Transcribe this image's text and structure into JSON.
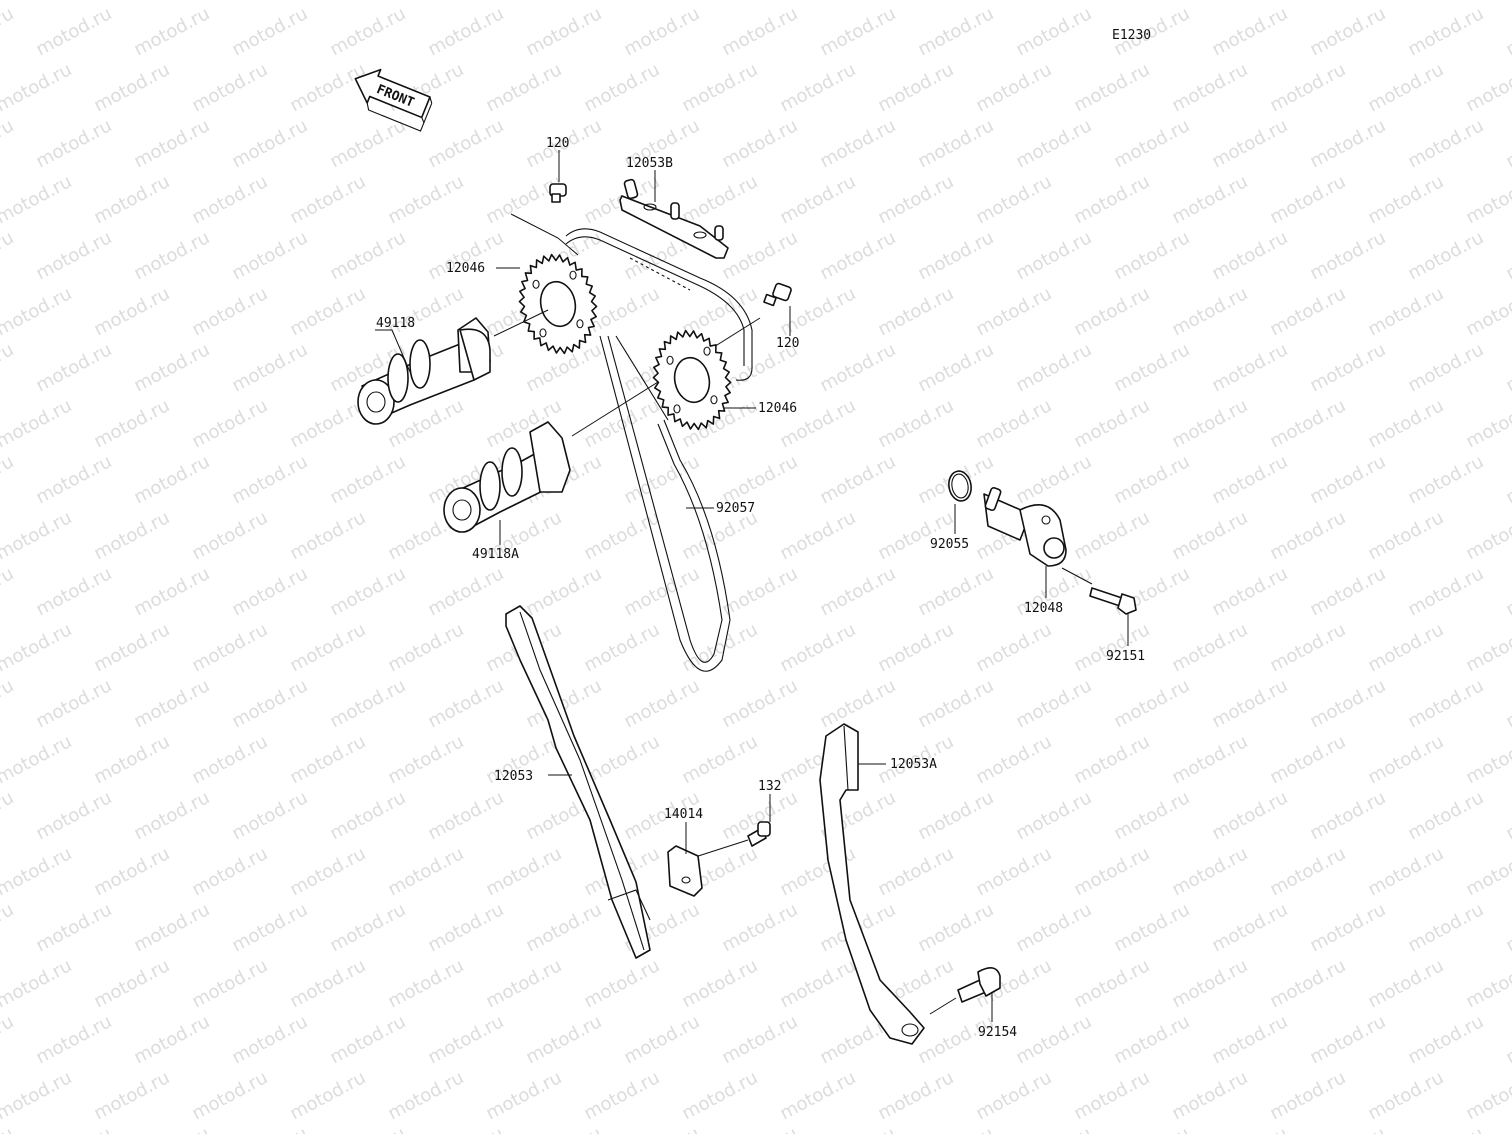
{
  "diagram_code": "E1230",
  "front_label": "FRONT",
  "watermark_text": "motod.ru",
  "colors": {
    "ink": "#111111",
    "watermark": "#dcdcdc",
    "background": "#ffffff"
  },
  "parts": {
    "bolt_120_top": "120",
    "tensioner_guide_12053B": "12053B",
    "sprocket_12046_left": "12046",
    "bolt_120_right": "120",
    "camshaft_49118": "49118",
    "sprocket_12046_right": "12046",
    "chain_92057": "92057",
    "camshaft_49118A": "49118A",
    "oring_92055": "92055",
    "tensioner_12048": "12048",
    "bolt_92151": "92151",
    "guide_12053": "12053",
    "guide_12053A": "12053A",
    "bolt_132": "132",
    "plate_14014": "14014",
    "bolt_92154": "92154"
  }
}
